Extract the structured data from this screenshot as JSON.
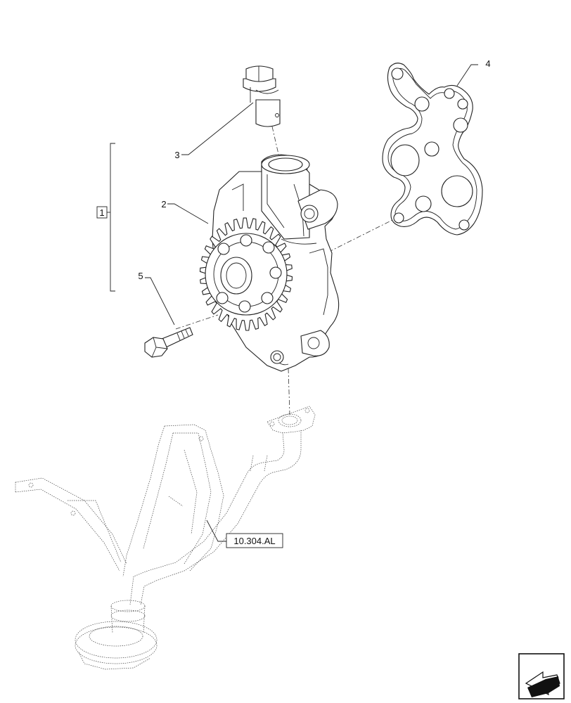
{
  "callouts": {
    "c1": "1",
    "c2": "2",
    "c3": "3",
    "c4": "4",
    "c5": "5"
  },
  "reference": "10.304.AL",
  "icons": {
    "nav": "next-page-arrow-icon"
  }
}
